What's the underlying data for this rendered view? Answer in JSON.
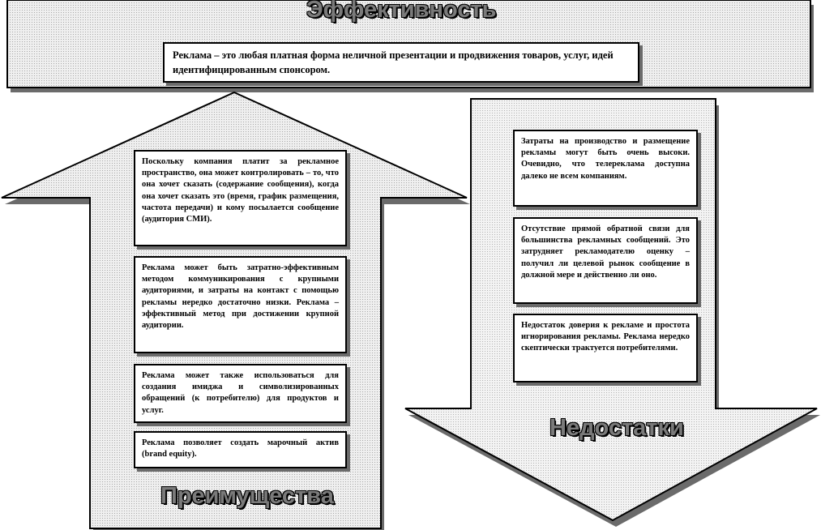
{
  "diagram": {
    "top_title": "Эффективность",
    "definition": {
      "term": "Реклама",
      "text": " – это любая платная форма неличной презентации и продвижения товаров, услуг,  идей идентифицированным спонсором."
    },
    "left_title": "Преимущества",
    "right_title": "Недостатки",
    "advantages": [
      "Поскольку компания платит за рекламное пространство, она может контролировать – то, что она хочет сказать (содержание сообщения), когда она хочет сказать это (время, график размещения, частота передачи) и кому посылается сообщение (аудитория СМИ).",
      "Реклама может быть затратно-эффективным методом коммуникирования с крупными аудиториями, и затраты на контакт с помощью рекламы нередко достаточно низки. Реклама – эффективный метод при достижении крупной аудитории.",
      "Реклама может также использоваться для создания имиджа и символизированных обращений (к потребителю) для продуктов и услуг.",
      "Реклама позволяет создать марочный актив (brand equity)."
    ],
    "disadvantages": [
      "Затраты на производство и размещение рекламы могут быть очень высоки. Очевидно, что телереклама доступна далеко не всем компаниям.",
      "Отсутствие прямой обратной связи для большинства рекламных сообщений. Это затрудняет рекламодателю оценку – получил ли целевой рынок сообщение в должной мере и действенно ли оно.",
      "Недостаток доверия к рекламе и простота игнорирования рекламы. Реклама нередко скептически трактуется потребителями."
    ]
  }
}
